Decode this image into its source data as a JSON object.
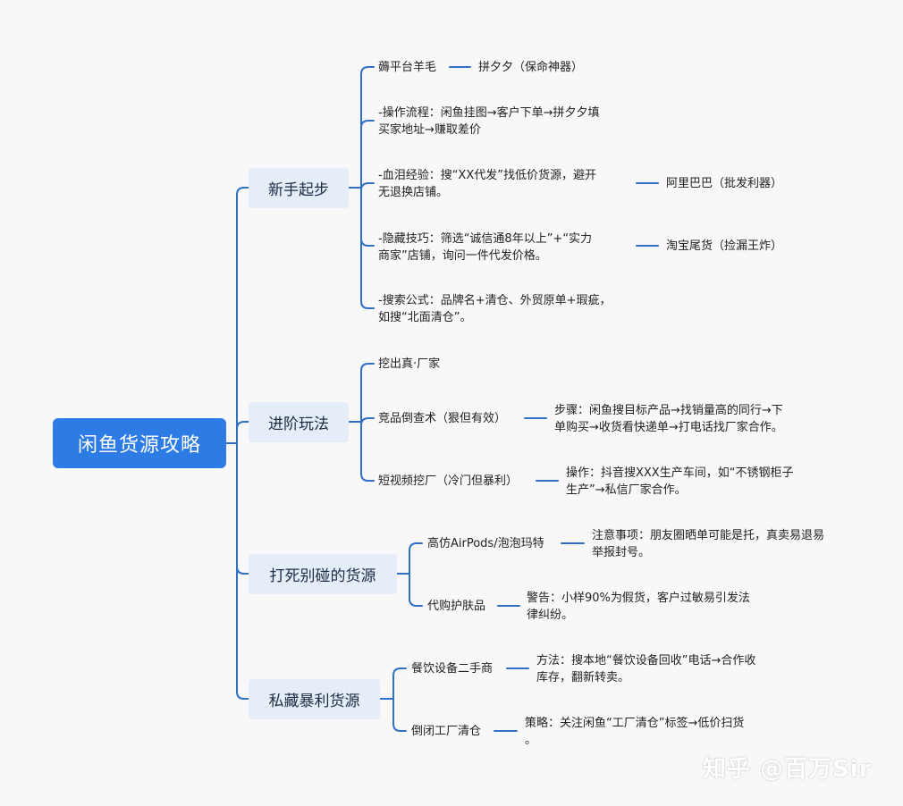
{
  "colors": {
    "line": "#2f6fc4",
    "root_fill": "#2d7ce6",
    "topic_fill": "#e4edf8"
  },
  "root": "闲鱼货源攻略",
  "branches": {
    "b1": {
      "label": "新手起步",
      "items": [
        "薅平台羊毛",
        "-操作流程：闲鱼挂图→客户下单→拼夕夕填\n买家地址→赚取差价",
        "-血泪经验：搜“XX代发”找低价货源，避开\n无退换店铺。",
        "-隐藏技巧：筛选“诚信通8年以上”+“实力\n商家”店铺，询问一件代发价格。",
        "-搜索公式：品牌名+清仓、外贸原单+瑕疵，\n如搜“北面清仓”。"
      ],
      "right": [
        "拼夕夕（保命神器）",
        "阿里巴巴（批发利器）",
        "淘宝尾货（捡漏王炸）"
      ]
    },
    "b2": {
      "label": "进阶玩法",
      "items": [
        "挖出真·厂家",
        "竞品倒查术（狠但有效）",
        "短视频挖厂（冷门但暴利）"
      ],
      "details": [
        "步骤：闲鱼搜目标产品→找销量高的同行→下\n单购买→收货看快递单→打电话找厂家合作。",
        "操作：抖音搜XXX生产车间，如“不锈钢柜子\n生产”→私信厂家合作。"
      ]
    },
    "b3": {
      "label": "打死别碰的货源",
      "items": [
        "高仿AirPods/泡泡玛特",
        "代购护肤品"
      ],
      "details": [
        "注意事项：朋友圈晒单可能是托，真卖易退易\n举报封号。",
        "警告：小样90%为假货，客户过敏易引发法\n律纠纷。"
      ]
    },
    "b4": {
      "label": "私藏暴利货源",
      "items": [
        "餐饮设备二手商",
        "倒闭工厂清仓"
      ],
      "details": [
        "方法：搜本地“餐饮设备回收”电话→合作收\n库存，翻新转卖。",
        "策略：关注闲鱼“工厂清仓”标签→低价扫货\n。"
      ]
    }
  },
  "watermark": "知乎 @百万Sir"
}
